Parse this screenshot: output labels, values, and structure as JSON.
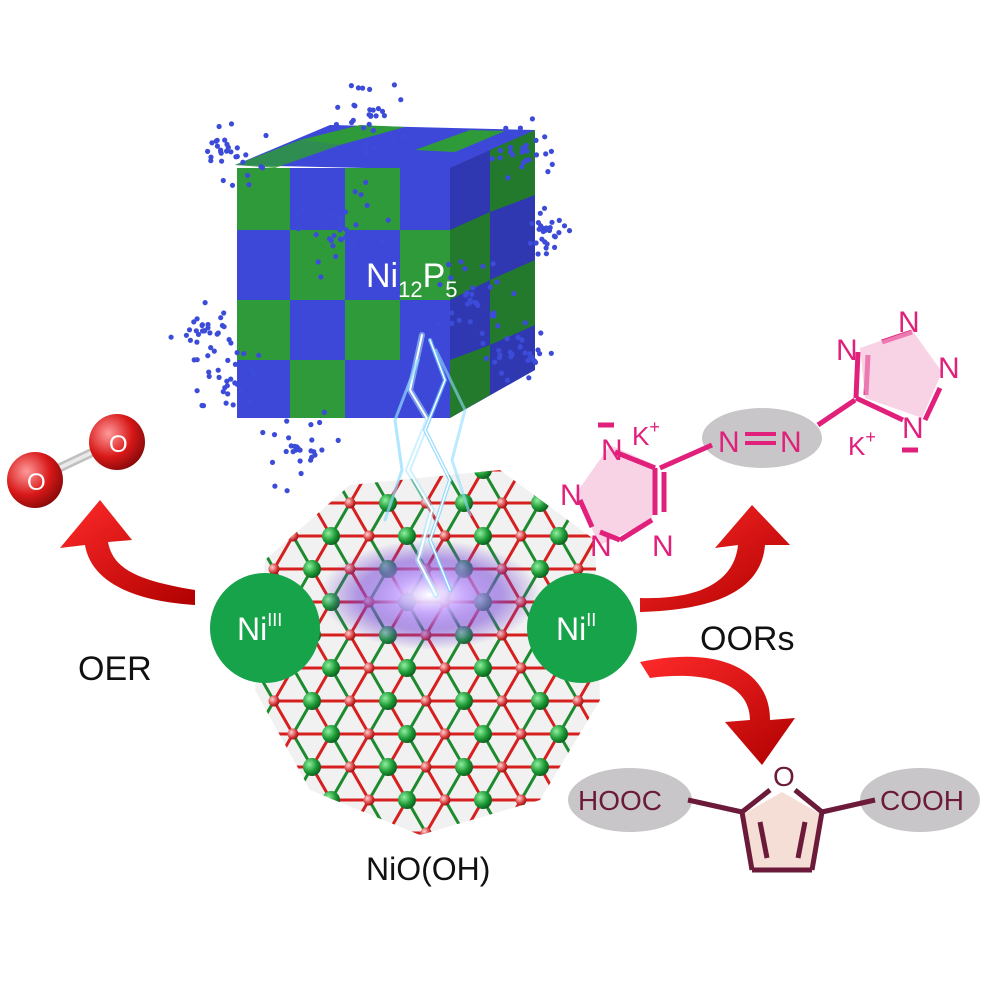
{
  "labels": {
    "catalyst_main": "Ni",
    "catalyst_sub1": "12",
    "catalyst_p": "P",
    "catalyst_sub2": "5",
    "nio_oh": "NiO(OH)",
    "oer": "OER",
    "oors": "OORs",
    "ni_iii_base": "Ni",
    "ni_iii_sup": "III",
    "ni_ii_base": "Ni",
    "ni_ii_sup": "II",
    "o_atom": "O",
    "n_atom": "N",
    "k_ion": "K",
    "plus": "+",
    "minus": "−",
    "hooc": "HOOC",
    "cooh": "COOH"
  },
  "colors": {
    "cube_blue": "#3d48d8",
    "cube_green": "#2e9a3a",
    "ni_green": "#16a34a",
    "arrow_red": "#e01010",
    "azo_pink": "#e0207a",
    "fdca_brown": "#6b1a3a",
    "oval_gray": "#c8c6c8",
    "lattice_red": "#d62020",
    "lattice_green": "#1d8a2e",
    "lightning": "#6fd0ff"
  },
  "icons": [
    "o2-molecule-icon",
    "lightning-icon",
    "curved-arrow-icon"
  ]
}
